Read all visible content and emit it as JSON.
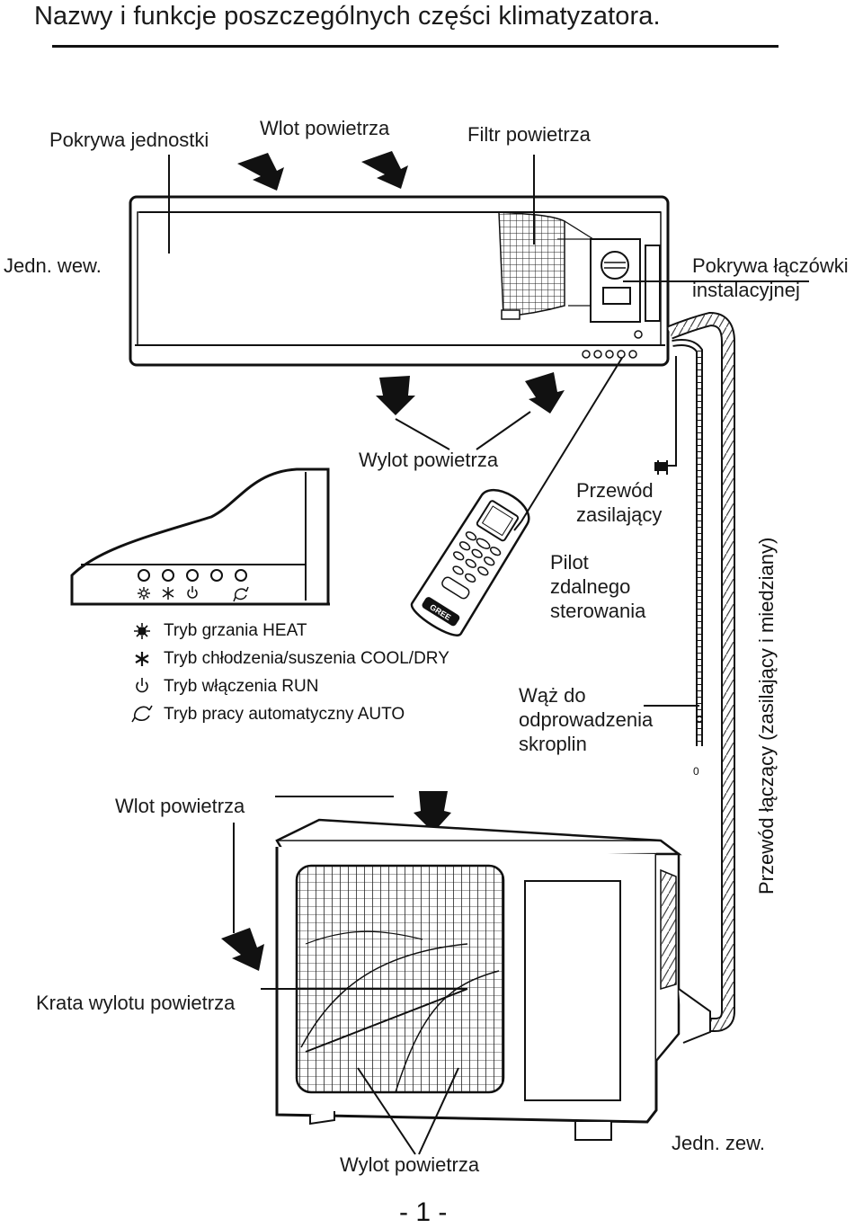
{
  "title": "Nazwy i funkcje poszczególnych części klimatyzatora.",
  "labels": {
    "unit_cover": "Pokrywa jednostki",
    "air_inlet_top": "Wlot powietrza",
    "air_filter": "Filtr powietrza",
    "indoor_unit": "Jedn. wew.",
    "terminal_cover_line1": "Pokrywa łączówki",
    "terminal_cover_line2": "instalacyjnej",
    "air_outlet_indoor": "Wylot powietrza",
    "power_cord_line1": "Przewód",
    "power_cord_line2": "zasilający",
    "remote_line1": "Pilot",
    "remote_line2": "zdalnego",
    "remote_line3": "sterowania",
    "drain_line1": "Wąż do",
    "drain_line2": "odprowadzenia",
    "drain_line3": "skroplin",
    "connecting_pipe": "Przewód łączący (zasilający i miedziany)",
    "air_inlet_outdoor": "Wlot powietrza",
    "outlet_grille": "Krata wylotu powietrza",
    "air_outlet_outdoor": "Wylot powietrza",
    "outdoor_unit": "Jedn. zew.",
    "page_number": "- 1 -"
  },
  "legend": [
    {
      "icon": "heat-icon",
      "text": "Tryb grzania HEAT"
    },
    {
      "icon": "cool-dry-icon",
      "text": "Tryb chłodzenia/suszenia COOL/DRY"
    },
    {
      "icon": "power-icon",
      "text": "Tryb włączenia RUN"
    },
    {
      "icon": "auto-icon",
      "text": "Tryb pracy automatyczny AUTO"
    }
  ],
  "remote_brand": "GREE"
}
